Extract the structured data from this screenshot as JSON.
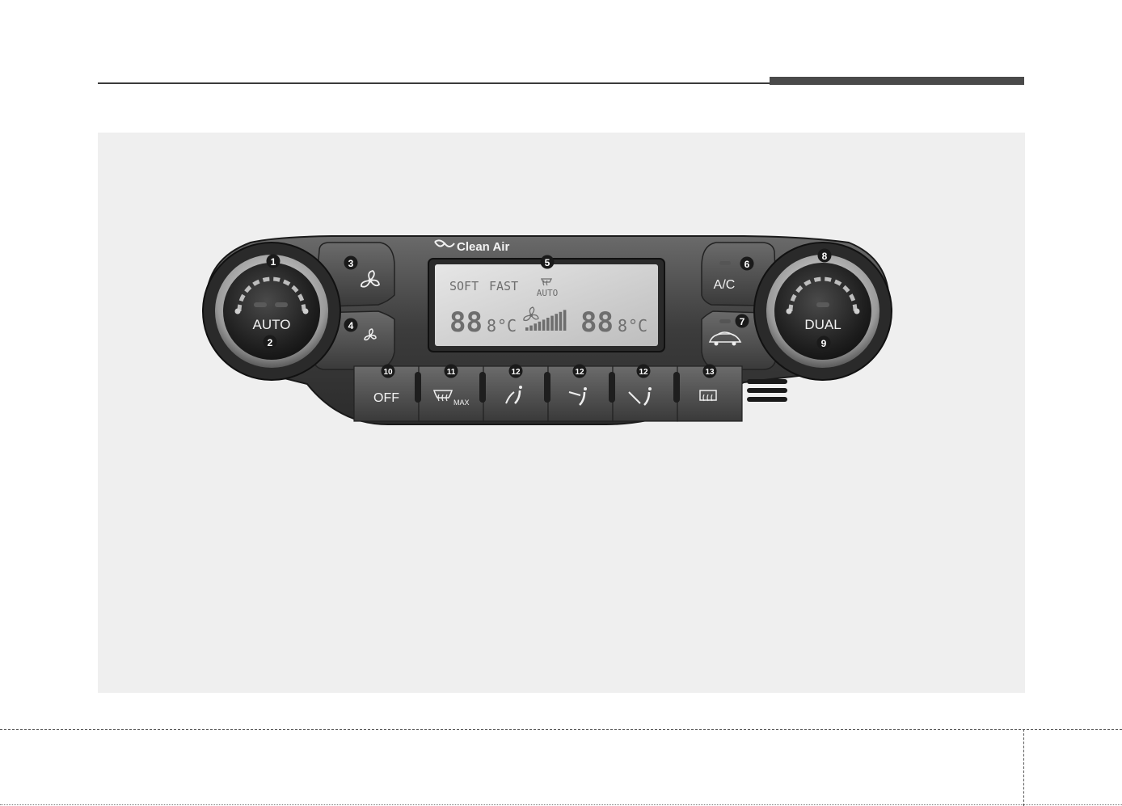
{
  "brand": {
    "clean_air_label": "Clean Air"
  },
  "knobs": {
    "left_label": "AUTO",
    "right_label": "DUAL"
  },
  "buttons": {
    "ac_label": "A/C",
    "off_label": "OFF",
    "max_label": "MAX"
  },
  "display": {
    "soft_label": "SOFT",
    "fast_label": "FAST",
    "auto_label": "AUTO",
    "left_temp": "88",
    "left_decimal": "8",
    "left_unit": "°C",
    "right_temp": "88",
    "right_decimal": "8",
    "right_unit": "°C"
  },
  "callouts": {
    "c1": "1",
    "c2": "2",
    "c3": "3",
    "c4": "4",
    "c5": "5",
    "c6": "6",
    "c7": "7",
    "c8": "8",
    "c9": "9",
    "c10": "10",
    "c11": "11",
    "c12a": "12",
    "c12b": "12",
    "c12c": "12",
    "c13": "13"
  },
  "colors": {
    "panel_dark": "#3e3e3e",
    "panel_mid": "#555555",
    "display_bg": "#d9d9d9",
    "figure_bg": "#efefef"
  }
}
